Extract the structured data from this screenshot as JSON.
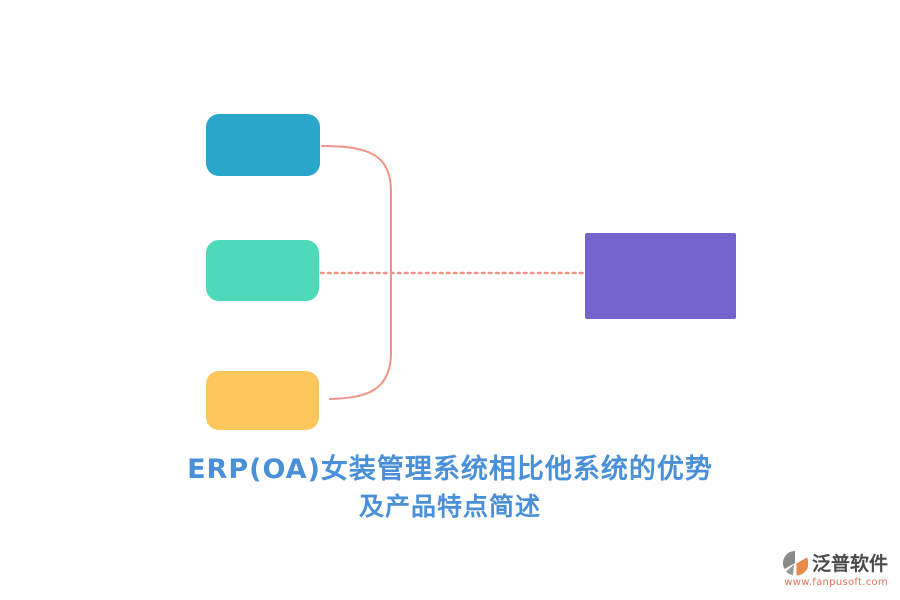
{
  "diagram": {
    "type": "bracket-mind-map",
    "nodes": [
      {
        "id": "top-left-node",
        "label": "",
        "color": "#29a6c9"
      },
      {
        "id": "middle-left-node",
        "label": "",
        "color": "#4ed9b8"
      },
      {
        "id": "bottom-left-node",
        "label": "",
        "color": "#fdc75e"
      },
      {
        "id": "right-node",
        "label": "",
        "color": "#7563ce"
      }
    ],
    "connector_color": "#f0948a",
    "connector_style": "solid bracket joining three left nodes; dotted horizontal line to right node"
  },
  "title": {
    "line1": "ERP(OA)女装管理系统相比他系统的优势",
    "line2": "及产品特点简述",
    "color": "#4a90d8"
  },
  "logo": {
    "name": "泛普软件",
    "url": "www.fanpusoft.com",
    "name_color": "#4a4a4a",
    "url_color": "#e2735e",
    "mark_colors": [
      "#8a8a8a",
      "#e98a4a"
    ]
  }
}
